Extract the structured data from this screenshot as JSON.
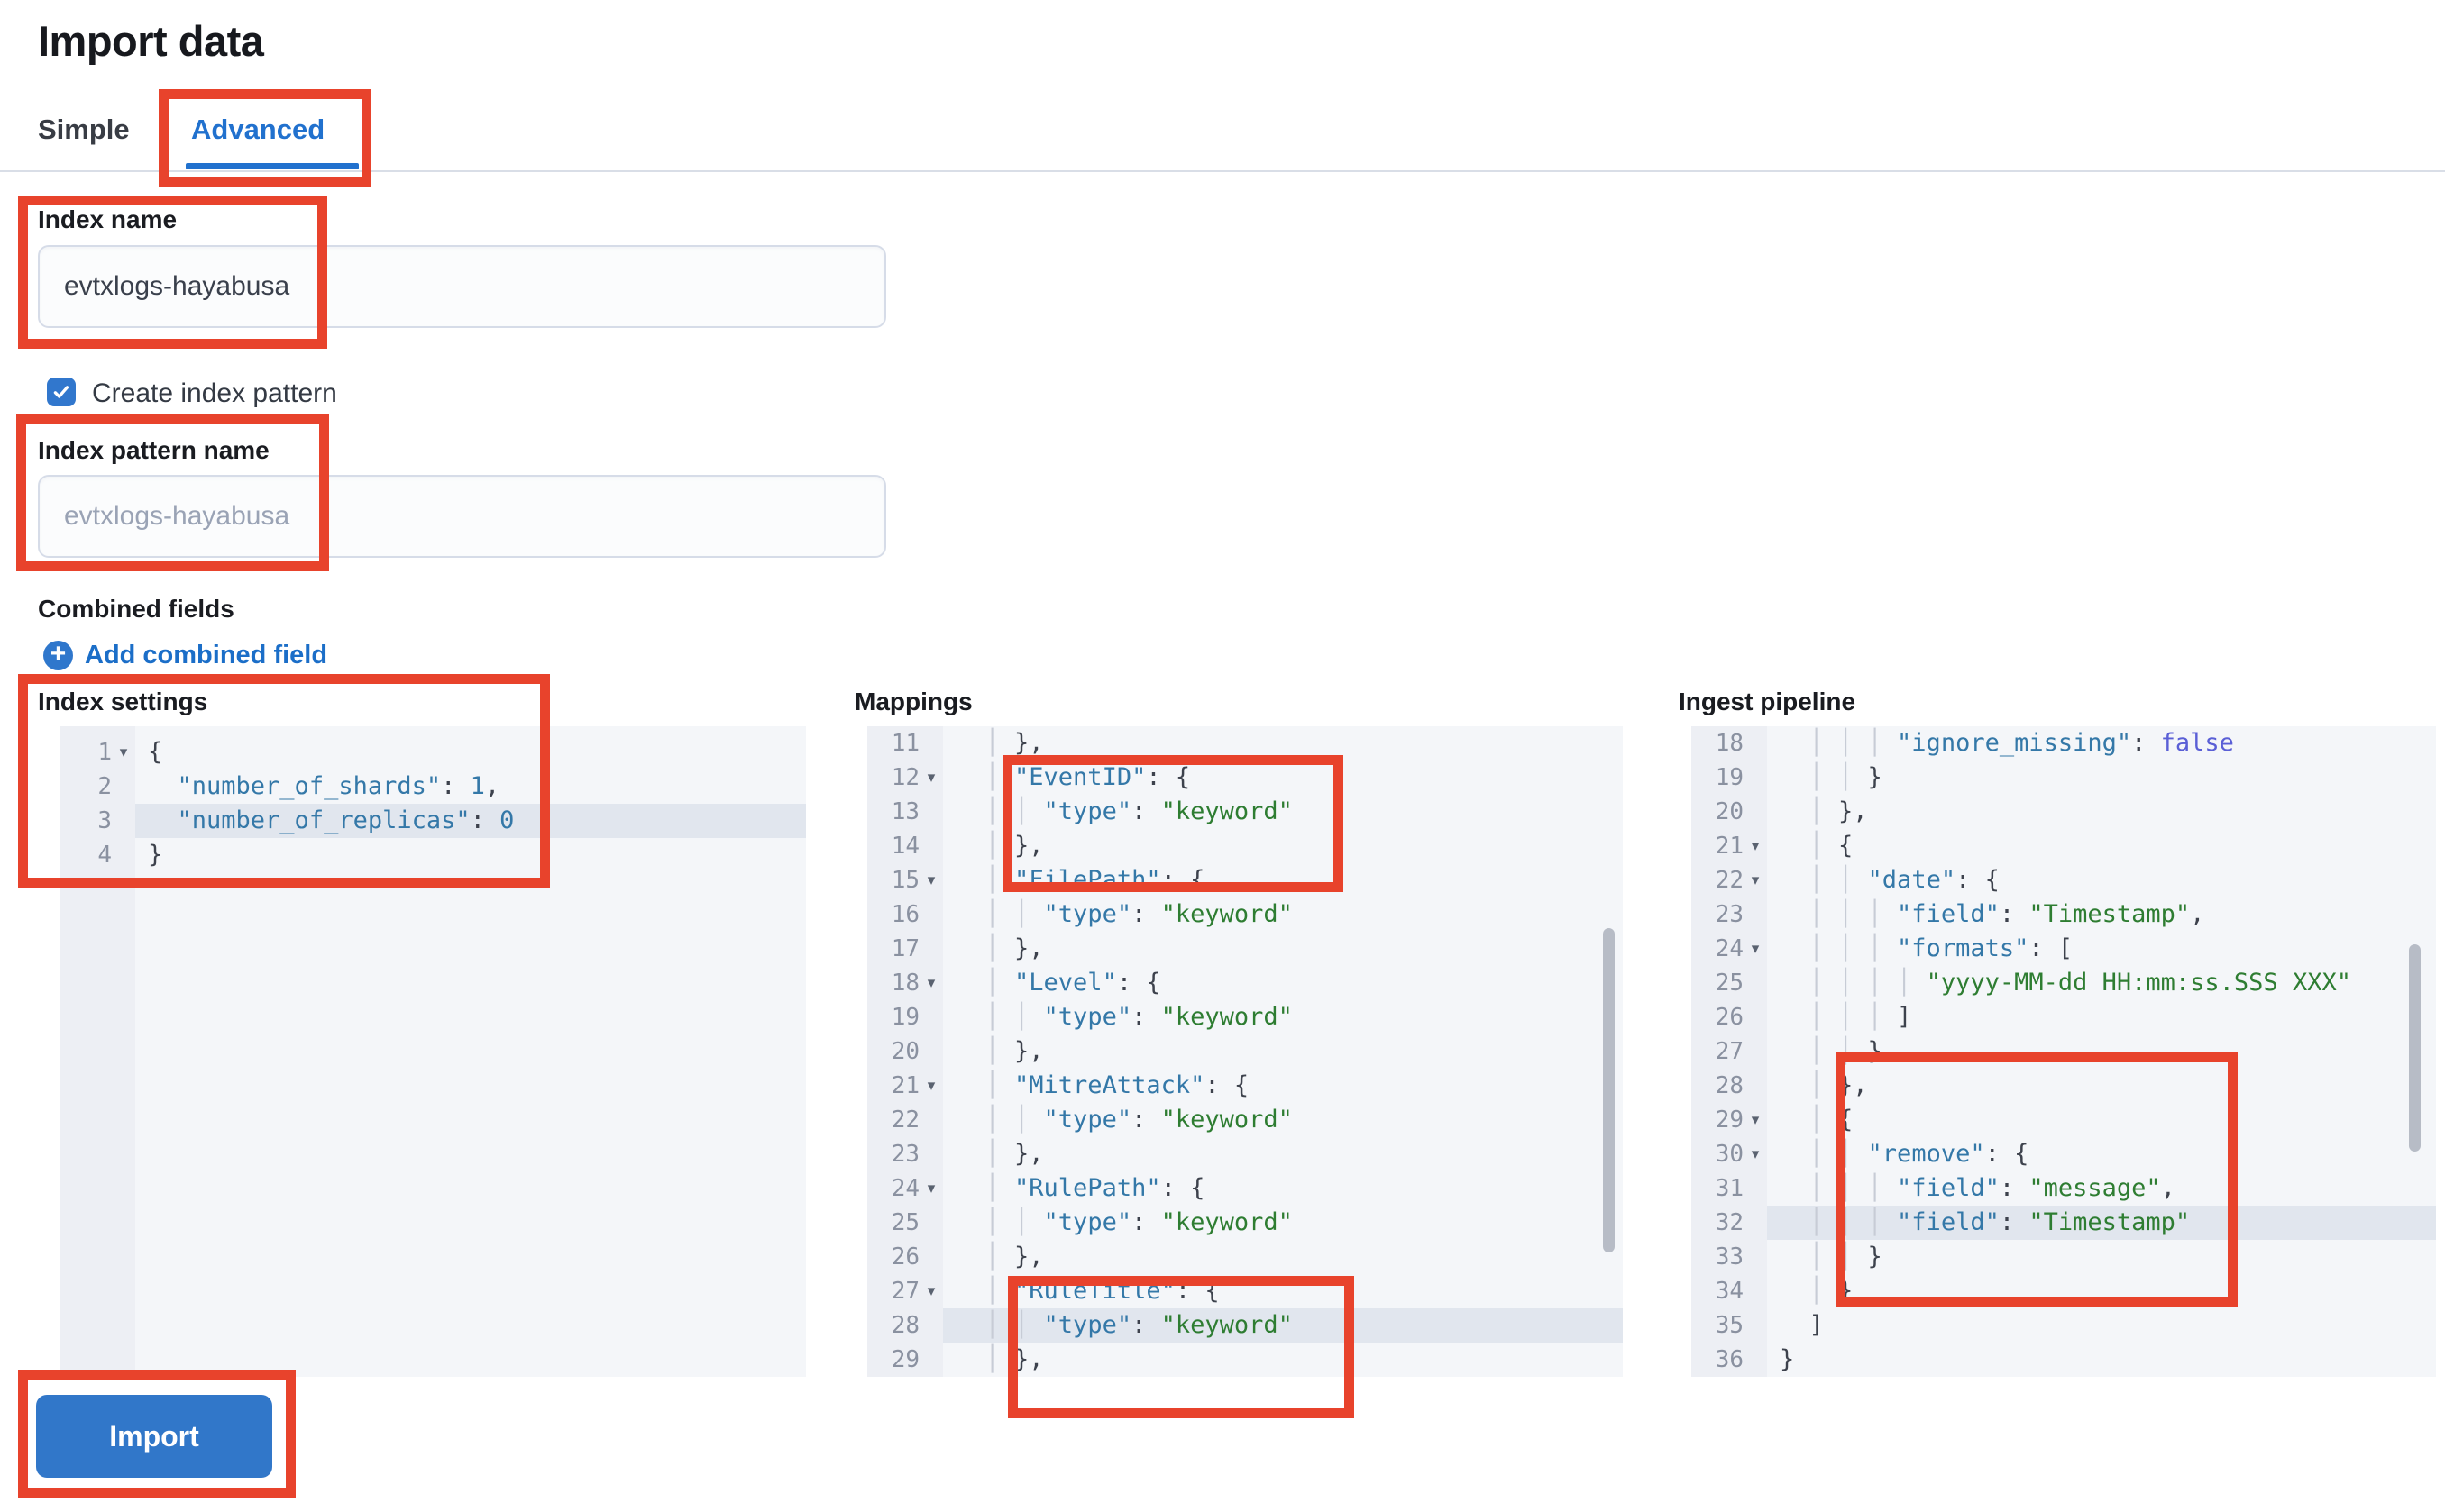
{
  "page": {
    "title": "Import data"
  },
  "tabs": [
    {
      "label": "Simple",
      "active": false
    },
    {
      "label": "Advanced",
      "active": true
    }
  ],
  "form": {
    "index_name": {
      "label": "Index name",
      "value": "evtxlogs-hayabusa"
    },
    "create_index_pattern": {
      "label": "Create index pattern",
      "checked": true
    },
    "index_pattern_name": {
      "label": "Index pattern name",
      "placeholder": "evtxlogs-hayabusa"
    },
    "combined_fields": {
      "label": "Combined fields",
      "add_link": "Add combined field"
    }
  },
  "import_button": {
    "label": "Import"
  },
  "colors": {
    "accent_blue": "#2171ce",
    "button_blue": "#3177c9",
    "annotation_red": "#e8432c",
    "code_key": "#3478a8",
    "code_string": "#2e7d32",
    "code_boolean": "#5a5fd6",
    "active_line": "#e1e6ee"
  },
  "editors": [
    {
      "label": "Index settings",
      "lines": [
        {
          "n": "1",
          "fold": true,
          "seg": [
            [
              "p",
              "{"
            ]
          ]
        },
        {
          "n": "2",
          "seg": [
            [
              "g",
              "  "
            ],
            [
              "key",
              "\"number_of_shards\""
            ],
            [
              "p",
              ": "
            ],
            [
              "num",
              "1"
            ],
            [
              "p",
              ","
            ]
          ]
        },
        {
          "n": "3",
          "active": true,
          "seg": [
            [
              "g",
              "  "
            ],
            [
              "key",
              "\"number_of_replicas\""
            ],
            [
              "p",
              ": "
            ],
            [
              "num",
              "0"
            ]
          ]
        },
        {
          "n": "4",
          "seg": [
            [
              "p",
              "}"
            ]
          ]
        }
      ]
    },
    {
      "label": "Mappings",
      "lines": [
        {
          "n": "11",
          "seg": [
            [
              "g",
              "  │ "
            ],
            [
              "p",
              "},"
            ]
          ]
        },
        {
          "n": "12",
          "fold": true,
          "seg": [
            [
              "g",
              "  │ "
            ],
            [
              "key",
              "\"EventID\""
            ],
            [
              "p",
              ": {"
            ]
          ]
        },
        {
          "n": "13",
          "seg": [
            [
              "g",
              "  │ │ "
            ],
            [
              "key",
              "\"type\""
            ],
            [
              "p",
              ": "
            ],
            [
              "str",
              "\"keyword\""
            ]
          ]
        },
        {
          "n": "14",
          "seg": [
            [
              "g",
              "  │ "
            ],
            [
              "p",
              "},"
            ]
          ]
        },
        {
          "n": "15",
          "fold": true,
          "seg": [
            [
              "g",
              "  │ "
            ],
            [
              "key",
              "\"FilePath\""
            ],
            [
              "p",
              ": {"
            ]
          ]
        },
        {
          "n": "16",
          "seg": [
            [
              "g",
              "  │ │ "
            ],
            [
              "key",
              "\"type\""
            ],
            [
              "p",
              ": "
            ],
            [
              "str",
              "\"keyword\""
            ]
          ]
        },
        {
          "n": "17",
          "seg": [
            [
              "g",
              "  │ "
            ],
            [
              "p",
              "},"
            ]
          ]
        },
        {
          "n": "18",
          "fold": true,
          "seg": [
            [
              "g",
              "  │ "
            ],
            [
              "key",
              "\"Level\""
            ],
            [
              "p",
              ": {"
            ]
          ]
        },
        {
          "n": "19",
          "seg": [
            [
              "g",
              "  │ │ "
            ],
            [
              "key",
              "\"type\""
            ],
            [
              "p",
              ": "
            ],
            [
              "str",
              "\"keyword\""
            ]
          ]
        },
        {
          "n": "20",
          "seg": [
            [
              "g",
              "  │ "
            ],
            [
              "p",
              "},"
            ]
          ]
        },
        {
          "n": "21",
          "fold": true,
          "seg": [
            [
              "g",
              "  │ "
            ],
            [
              "key",
              "\"MitreAttack\""
            ],
            [
              "p",
              ": {"
            ]
          ]
        },
        {
          "n": "22",
          "seg": [
            [
              "g",
              "  │ │ "
            ],
            [
              "key",
              "\"type\""
            ],
            [
              "p",
              ": "
            ],
            [
              "str",
              "\"keyword\""
            ]
          ]
        },
        {
          "n": "23",
          "seg": [
            [
              "g",
              "  │ "
            ],
            [
              "p",
              "},"
            ]
          ]
        },
        {
          "n": "24",
          "fold": true,
          "seg": [
            [
              "g",
              "  │ "
            ],
            [
              "key",
              "\"RulePath\""
            ],
            [
              "p",
              ": {"
            ]
          ]
        },
        {
          "n": "25",
          "seg": [
            [
              "g",
              "  │ │ "
            ],
            [
              "key",
              "\"type\""
            ],
            [
              "p",
              ": "
            ],
            [
              "str",
              "\"keyword\""
            ]
          ]
        },
        {
          "n": "26",
          "seg": [
            [
              "g",
              "  │ "
            ],
            [
              "p",
              "},"
            ]
          ]
        },
        {
          "n": "27",
          "fold": true,
          "seg": [
            [
              "g",
              "  │ "
            ],
            [
              "key",
              "\"RuleTitle\""
            ],
            [
              "p",
              ": {"
            ]
          ]
        },
        {
          "n": "28",
          "active": true,
          "seg": [
            [
              "g",
              "  │ │ "
            ],
            [
              "key",
              "\"type\""
            ],
            [
              "p",
              ": "
            ],
            [
              "str",
              "\"keyword\""
            ]
          ]
        },
        {
          "n": "29",
          "seg": [
            [
              "g",
              "  │ "
            ],
            [
              "p",
              "},"
            ]
          ]
        }
      ]
    },
    {
      "label": "Ingest pipeline",
      "lines": [
        {
          "n": "18",
          "seg": [
            [
              "g",
              "  │ │ │ "
            ],
            [
              "key",
              "\"ignore_missing\""
            ],
            [
              "p",
              ": "
            ],
            [
              "bool",
              "false"
            ]
          ]
        },
        {
          "n": "19",
          "seg": [
            [
              "g",
              "  │ │ "
            ],
            [
              "p",
              "}"
            ]
          ]
        },
        {
          "n": "20",
          "seg": [
            [
              "g",
              "  │ "
            ],
            [
              "p",
              "},"
            ]
          ]
        },
        {
          "n": "21",
          "fold": true,
          "seg": [
            [
              "g",
              "  │ "
            ],
            [
              "p",
              "{"
            ]
          ]
        },
        {
          "n": "22",
          "fold": true,
          "seg": [
            [
              "g",
              "  │ │ "
            ],
            [
              "key",
              "\"date\""
            ],
            [
              "p",
              ": {"
            ]
          ]
        },
        {
          "n": "23",
          "seg": [
            [
              "g",
              "  │ │ │ "
            ],
            [
              "key",
              "\"field\""
            ],
            [
              "p",
              ": "
            ],
            [
              "str",
              "\"Timestamp\""
            ],
            [
              "p",
              ","
            ]
          ]
        },
        {
          "n": "24",
          "fold": true,
          "seg": [
            [
              "g",
              "  │ │ │ "
            ],
            [
              "key",
              "\"formats\""
            ],
            [
              "p",
              ": ["
            ]
          ]
        },
        {
          "n": "25",
          "seg": [
            [
              "g",
              "  │ │ │ │ "
            ],
            [
              "str",
              "\"yyyy-MM-dd HH:mm:ss.SSS XXX\""
            ]
          ]
        },
        {
          "n": "26",
          "seg": [
            [
              "g",
              "  │ │ │ "
            ],
            [
              "p",
              "]"
            ]
          ]
        },
        {
          "n": "27",
          "seg": [
            [
              "g",
              "  │ │ "
            ],
            [
              "p",
              "}"
            ]
          ]
        },
        {
          "n": "28",
          "seg": [
            [
              "g",
              "  │ "
            ],
            [
              "p",
              "},"
            ]
          ]
        },
        {
          "n": "29",
          "fold": true,
          "seg": [
            [
              "g",
              "  │ "
            ],
            [
              "p",
              "{"
            ]
          ]
        },
        {
          "n": "30",
          "fold": true,
          "seg": [
            [
              "g",
              "  │ │ "
            ],
            [
              "key",
              "\"remove\""
            ],
            [
              "p",
              ": {"
            ]
          ]
        },
        {
          "n": "31",
          "seg": [
            [
              "g",
              "  │ │ │ "
            ],
            [
              "key",
              "\"field\""
            ],
            [
              "p",
              ": "
            ],
            [
              "str",
              "\"message\""
            ],
            [
              "p",
              ","
            ]
          ]
        },
        {
          "n": "32",
          "active": true,
          "seg": [
            [
              "g",
              "  │ │ │ "
            ],
            [
              "key",
              "\"field\""
            ],
            [
              "p",
              ": "
            ],
            [
              "str",
              "\"Timestamp\""
            ]
          ]
        },
        {
          "n": "33",
          "seg": [
            [
              "g",
              "  │ │ "
            ],
            [
              "p",
              "}"
            ]
          ]
        },
        {
          "n": "34",
          "seg": [
            [
              "g",
              "  │ "
            ],
            [
              "p",
              "}"
            ]
          ]
        },
        {
          "n": "35",
          "seg": [
            [
              "g",
              "  "
            ],
            [
              "p",
              "]"
            ]
          ]
        },
        {
          "n": "36",
          "seg": [
            [
              "p",
              "}"
            ]
          ]
        }
      ]
    }
  ]
}
